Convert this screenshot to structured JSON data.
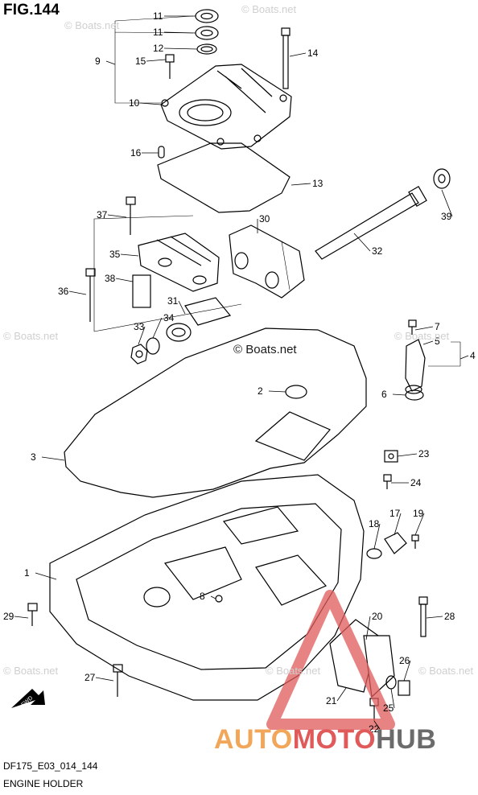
{
  "figure": {
    "title": "FIG.144",
    "code": "DF175_E03_014_144",
    "caption": "ENGINE HOLDER"
  },
  "watermark": {
    "text": "© Boats.net",
    "main": "© Boats.net"
  },
  "brand": {
    "part1": "AUTO",
    "part2": "MOTO",
    "part3": "HUB",
    "colors": {
      "auto": "#f2a65a",
      "moto": "#e05a5a",
      "hub": "#6b6b6b"
    }
  },
  "fwd_label": "FWD",
  "callouts": [
    "11",
    "11",
    "12",
    "9",
    "15",
    "10",
    "14",
    "16",
    "13",
    "39",
    "37",
    "30",
    "35",
    "32",
    "38",
    "36",
    "31",
    "34",
    "33",
    "7",
    "5",
    "4",
    "2",
    "6",
    "3",
    "23",
    "24",
    "17",
    "19",
    "18",
    "1",
    "8",
    "20",
    "29",
    "28",
    "26",
    "27",
    "21",
    "25",
    "22"
  ]
}
